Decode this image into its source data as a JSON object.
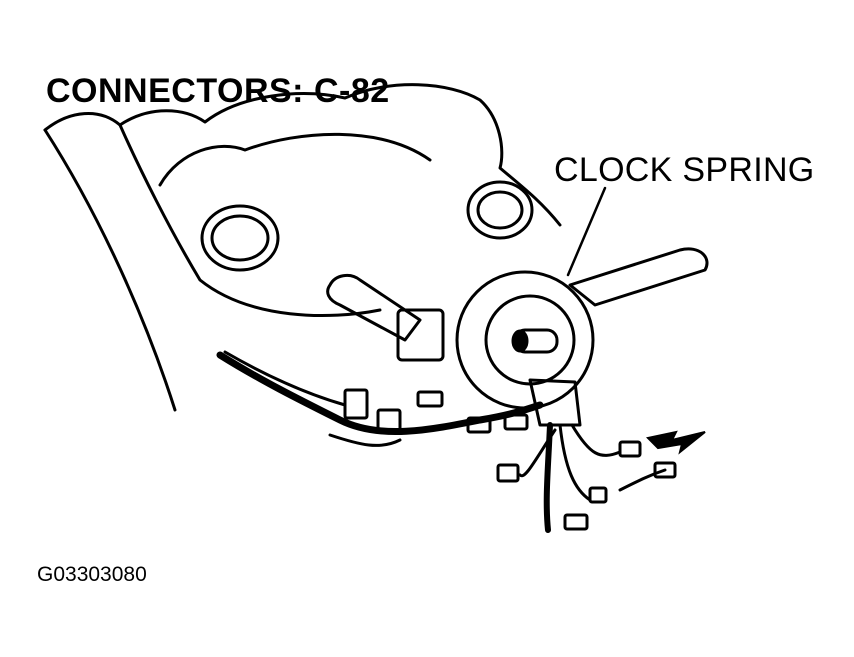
{
  "title": "CONNECTORS: C-82",
  "callout_label": "CLOCK SPRING",
  "figure_id": "G03303080",
  "colors": {
    "ink": "#000000",
    "paper": "#ffffff"
  }
}
